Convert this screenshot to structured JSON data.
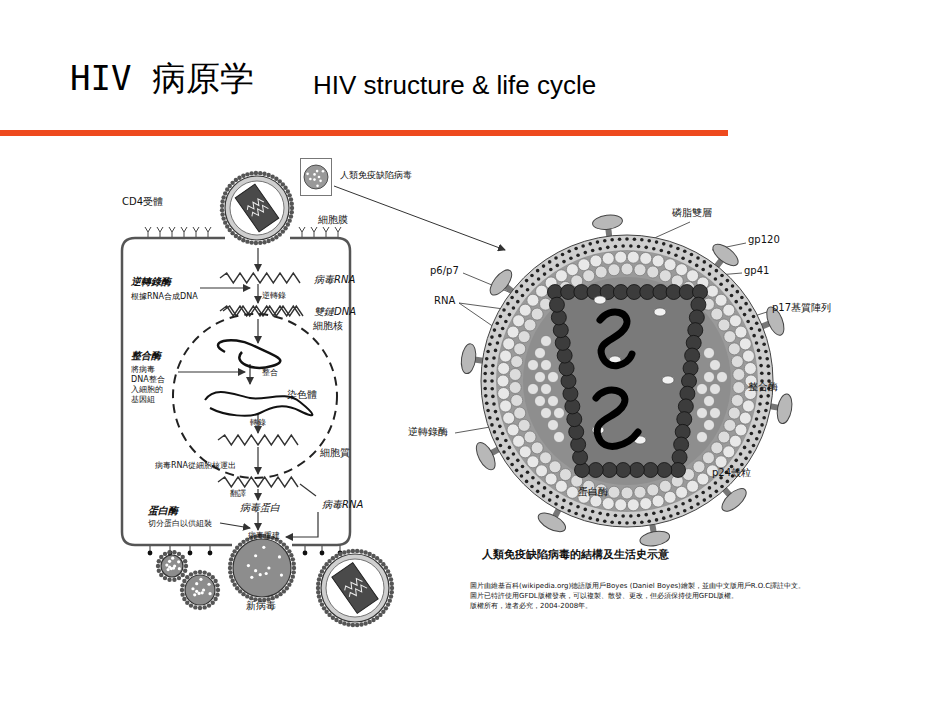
{
  "diagram": {
    "title": "HIV 病原学",
    "caption": "人類免疫缺陷病毒的結構及生活史示意",
    "nodes": [
      {
        "text": [
          "細胞膜"
        ]
      },
      {
        "text": [
          "細胞核"
        ],
        "in": 0
      },
      {
        "text": [
          "人類免疫缺陷病毒"
        ]
      }
    ],
    "labels": [
      "HIV structure & life cycle",
      "CD4受體",
      "病毒RNA",
      "逆轉錄",
      "雙鏈DNA",
      "逆轉錄酶",
      "根據RNA合成DNA",
      "整合酶",
      "將病毒DNA整合入細胞的基因組",
      "整合",
      "染色體",
      "轉錄",
      "細胞質",
      "病毒RNA從細胞核運出",
      "翻譯",
      "病毒蛋白",
      "病毒RNA",
      "蛋白酶",
      "切分蛋白以供組裝",
      "病毒重建",
      "新病毒",
      "磷脂雙層",
      "gp120",
      "gp41",
      "p17基質陣列",
      "p6/p7",
      "RNA",
      "整合酶",
      "逆轉錄酶",
      "p24殼粒",
      "蛋白酶",
      "圖片由維基百科(wikipedia.org)德語版用戶Boyes (Daniel Boyes)繪製，並由中文版用戶R.O.C譯註中文。",
      "圖片已特許使用GFDL版權發表，可以複製、散發、更改，但必須保持使用GFDL版權。",
      "版權所有，違者必究，2004-2008年。"
    ]
  }
}
